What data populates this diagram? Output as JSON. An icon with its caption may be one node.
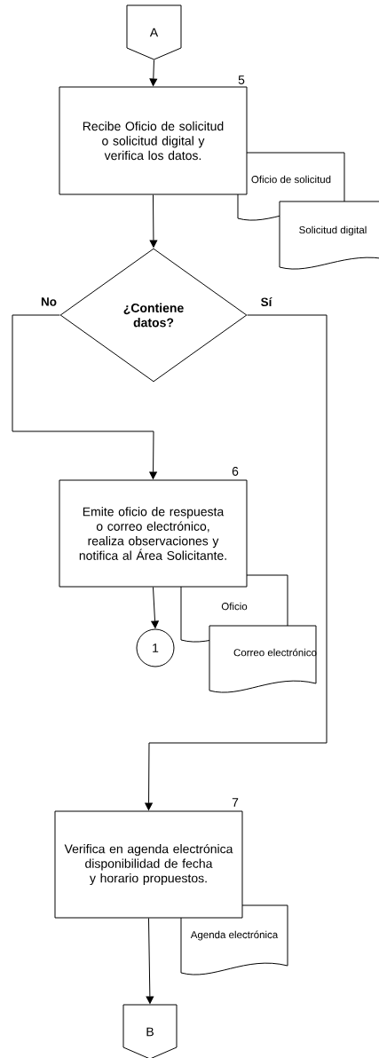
{
  "diagram": {
    "nodes": [
      {
        "text": [
          "A"
        ]
      },
      {
        "text": [
          "Recibe Oficio de solicitud o solicitud digital y verifica los datos."
        ],
        "beside": [
          "5"
        ]
      },
      {
        "text": [
          "Oficio de solicitud"
        ]
      },
      {
        "text": [
          "Solicitud digital"
        ]
      },
      {
        "text": [
          "¿Contiene datos?"
        ]
      },
      {
        "text": [
          "Emite oficio de respuesta o correo electrónico, realiza observaciones y notifica al Área Solicitante."
        ],
        "beside": [
          "6"
        ]
      },
      {
        "text": [
          "Oficio"
        ]
      },
      {
        "text": [
          "Correo electrónico"
        ]
      },
      {
        "text": [
          "1"
        ]
      },
      {
        "text": [
          "Verifica en agenda electrónica disponibilidad de fecha y horario propuestos."
        ],
        "beside": [
          "7"
        ]
      },
      {
        "text": [
          "Agenda electrónica"
        ]
      },
      {
        "text": [
          "B"
        ]
      }
    ],
    "edges": [
      {
        "from": 0,
        "to": 1,
        "arrow": "to"
      },
      {
        "from": 1,
        "to": 4,
        "arrow": "to"
      },
      {
        "from": 4,
        "to": 5,
        "arrow": "to",
        "label": "No"
      },
      {
        "from": 4,
        "to": 9,
        "arrow": "to",
        "label": "Sí"
      },
      {
        "from": 5,
        "to": 8,
        "arrow": "to"
      },
      {
        "from": 9,
        "to": 11,
        "arrow": "to"
      }
    ]
  }
}
